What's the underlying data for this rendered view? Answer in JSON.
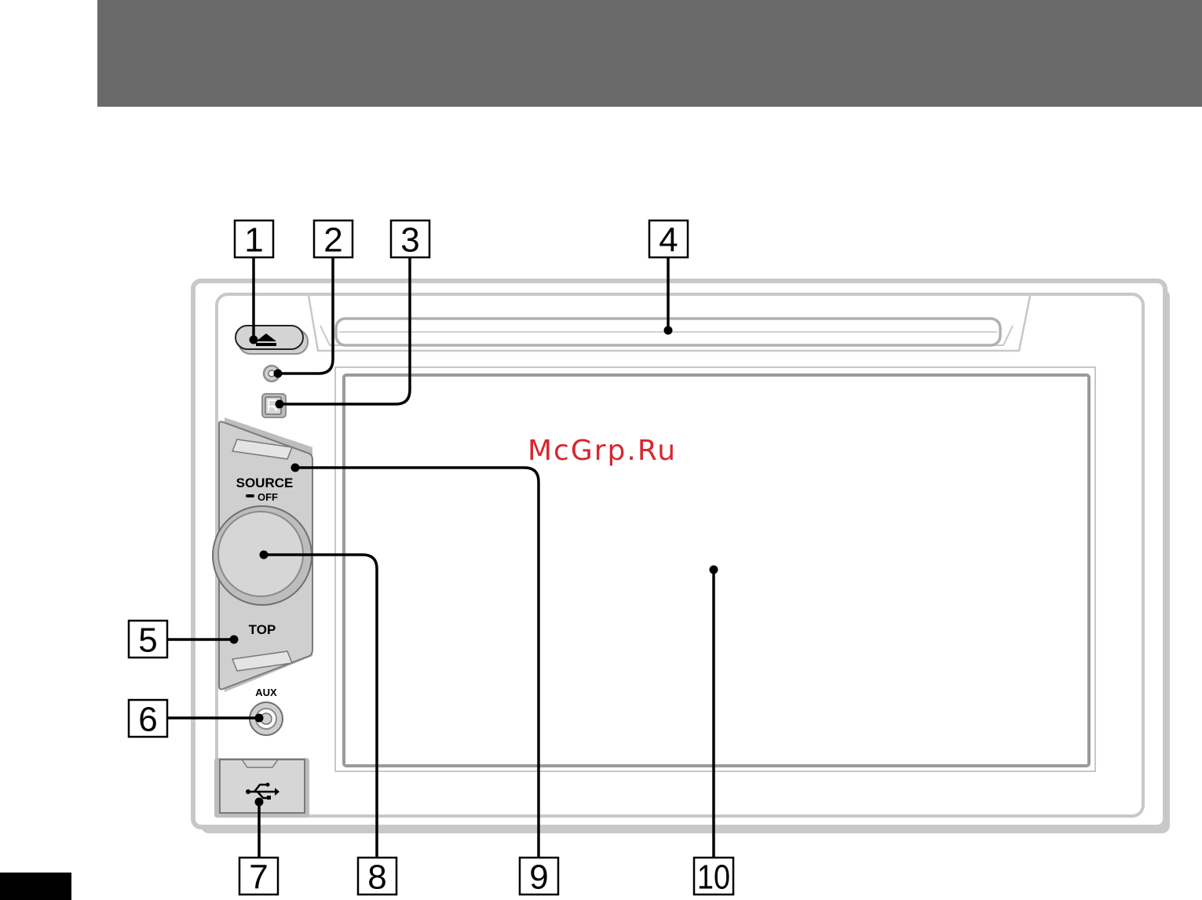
{
  "watermark": "McGrp.Ru",
  "panel_labels": {
    "source": "SOURCE",
    "off": "OFF",
    "top": "TOP",
    "aux": "AUX"
  },
  "callouts": [
    "1",
    "2",
    "3",
    "4",
    "5",
    "6",
    "7",
    "8",
    "9",
    "10"
  ],
  "colors": {
    "banner": "#6a6a6a",
    "panel_outline": "#c8c8c8",
    "control_fill": "#cfcfcf",
    "watermark": "#d8262e"
  }
}
